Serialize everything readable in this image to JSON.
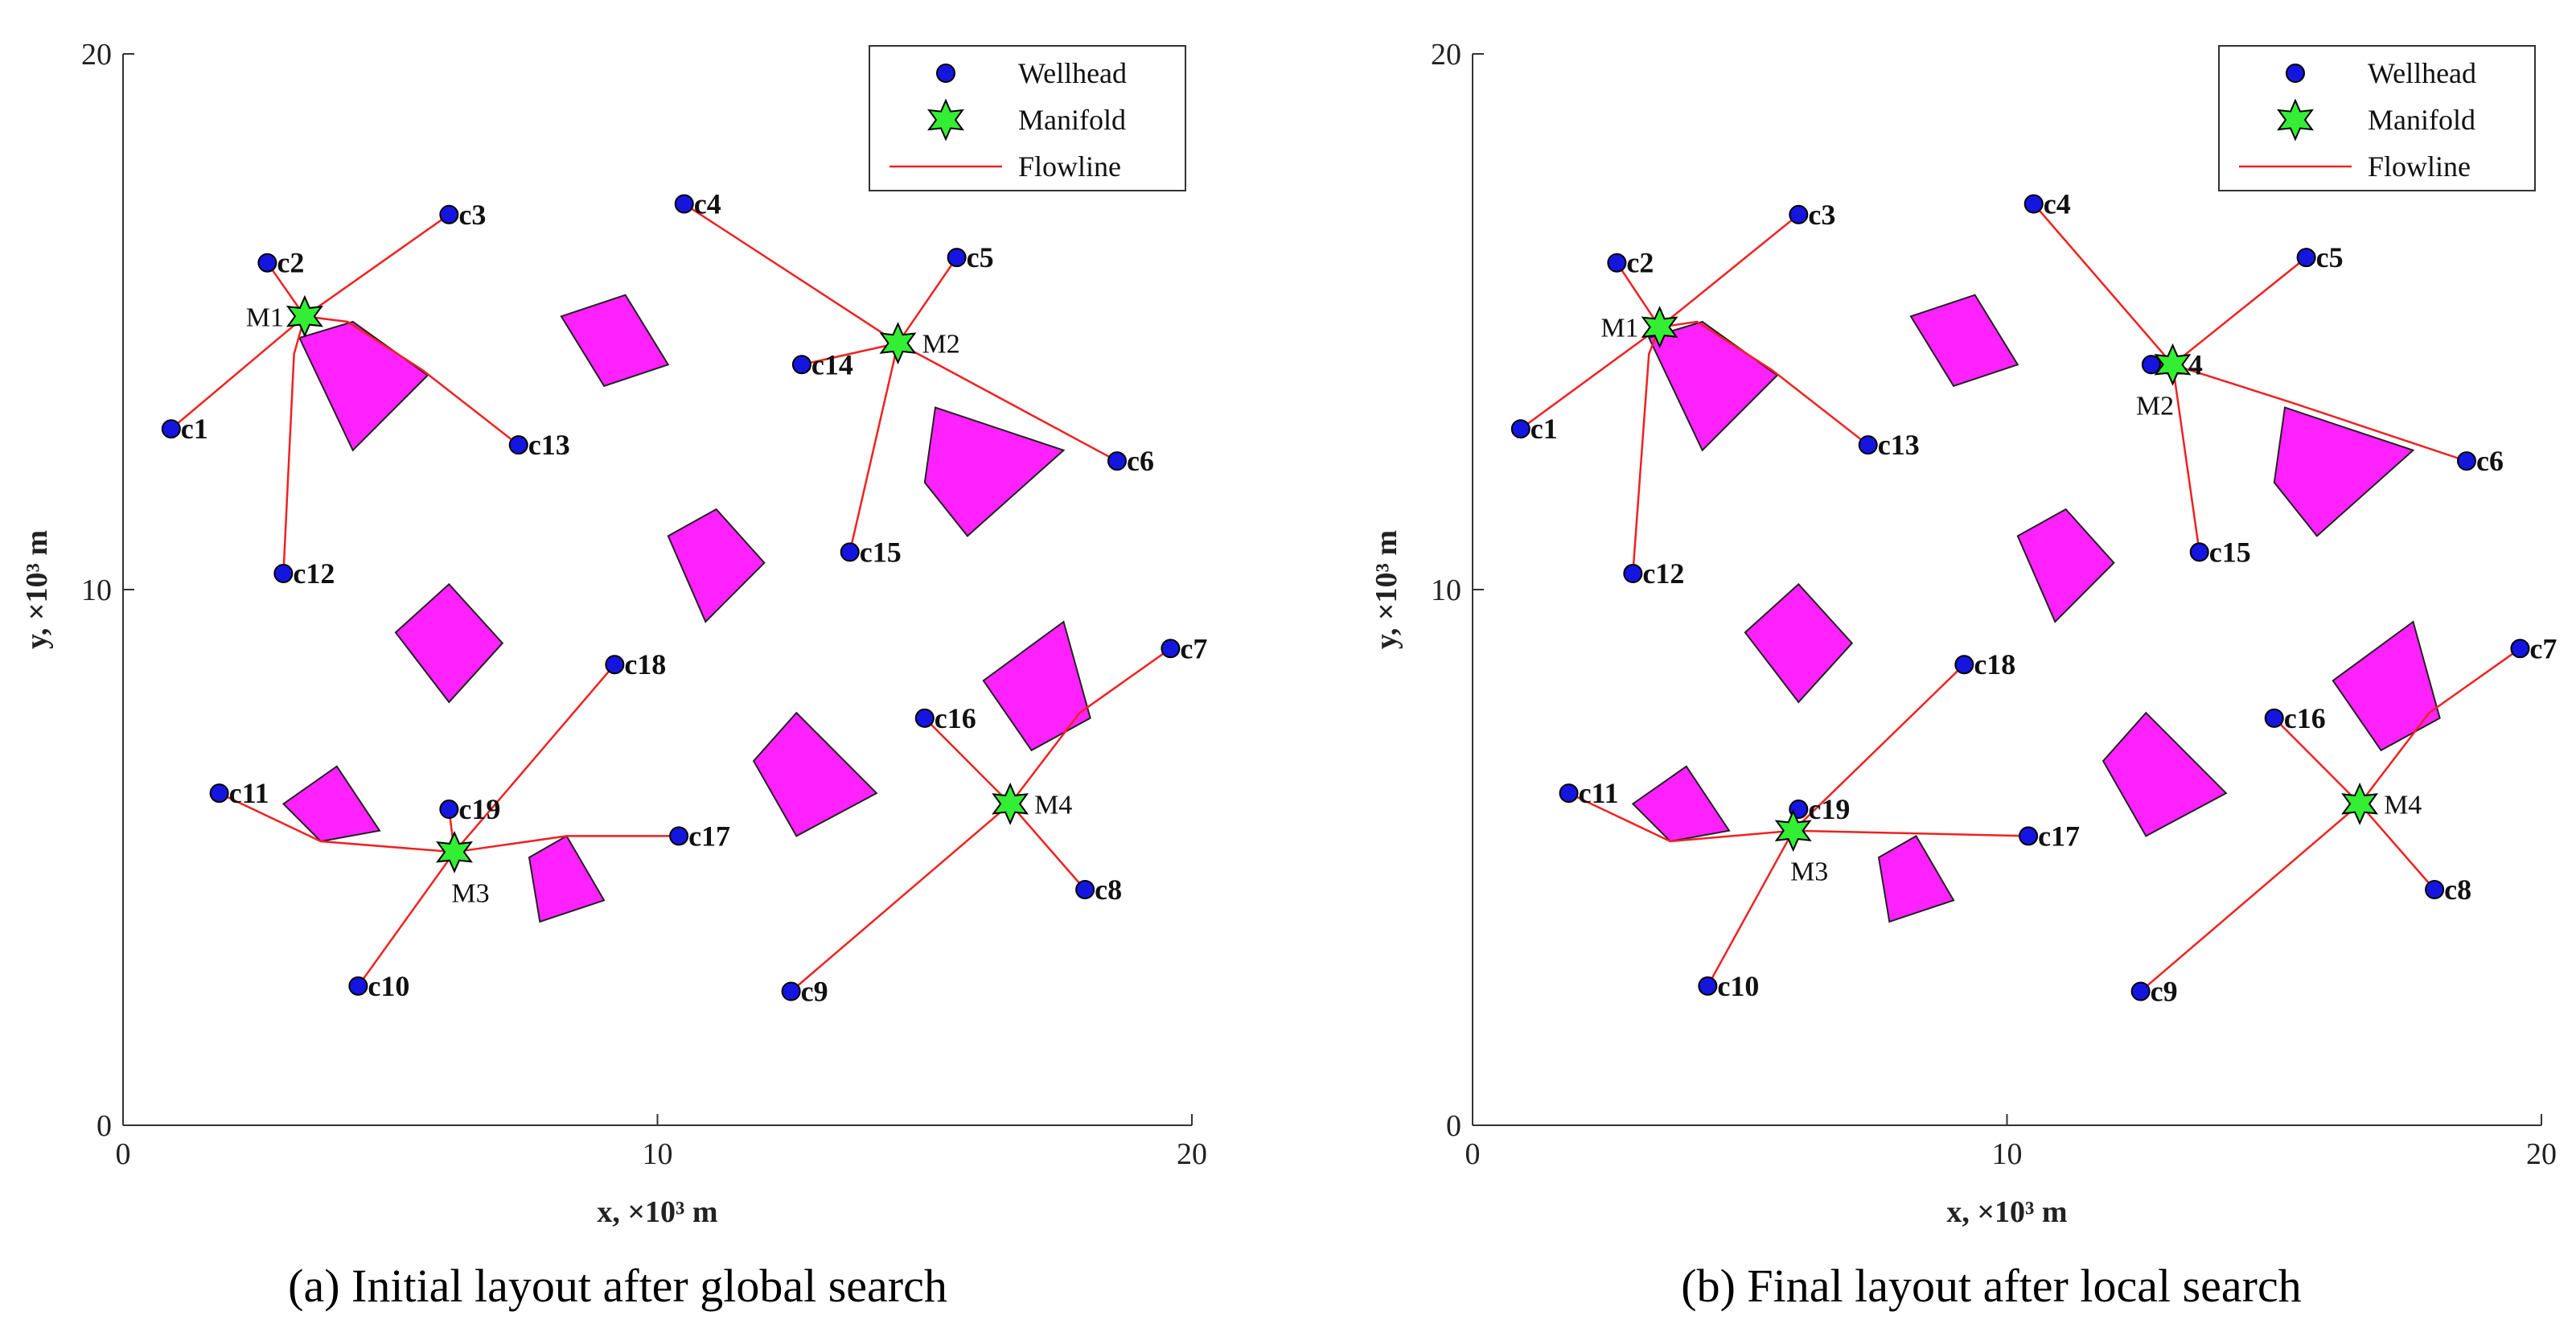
{
  "chart_data": [
    {
      "type": "scatter",
      "caption": "(a) Initial layout after global search",
      "xlabel": "x, ×10³ m",
      "ylabel": "y, ×10³ m",
      "xlim": [
        0,
        20
      ],
      "ylim": [
        0,
        20
      ],
      "xticks": [
        "0",
        "10",
        "20"
      ],
      "yticks": [
        "0",
        "10",
        "20"
      ],
      "grid": false,
      "legend": {
        "position": "top-right",
        "entries": [
          "Wellhead",
          "Manifold",
          "Flowline"
        ]
      },
      "colors": {
        "wellhead": "#1515e0",
        "manifold": "#33ee33",
        "flowline": "#ee2222",
        "obstacle": "#ff22ff"
      },
      "wellheads": [
        {
          "name": "c1",
          "x": 0.9,
          "y": 13.0
        },
        {
          "name": "c2",
          "x": 2.7,
          "y": 16.1
        },
        {
          "name": "c3",
          "x": 6.1,
          "y": 17.0
        },
        {
          "name": "c4",
          "x": 10.5,
          "y": 17.2
        },
        {
          "name": "c5",
          "x": 15.6,
          "y": 16.2
        },
        {
          "name": "c6",
          "x": 18.6,
          "y": 12.4
        },
        {
          "name": "c7",
          "x": 19.6,
          "y": 8.9
        },
        {
          "name": "c8",
          "x": 18.0,
          "y": 4.4
        },
        {
          "name": "c9",
          "x": 12.5,
          "y": 2.5
        },
        {
          "name": "c10",
          "x": 4.4,
          "y": 2.6
        },
        {
          "name": "c11",
          "x": 1.8,
          "y": 6.2
        },
        {
          "name": "c12",
          "x": 3.0,
          "y": 10.3
        },
        {
          "name": "c13",
          "x": 7.4,
          "y": 12.7
        },
        {
          "name": "c14",
          "x": 12.7,
          "y": 14.2
        },
        {
          "name": "c15",
          "x": 13.6,
          "y": 10.7
        },
        {
          "name": "c16",
          "x": 15.0,
          "y": 7.6
        },
        {
          "name": "c17",
          "x": 10.4,
          "y": 5.4
        },
        {
          "name": "c18",
          "x": 9.2,
          "y": 8.6
        },
        {
          "name": "c19",
          "x": 6.1,
          "y": 5.9
        }
      ],
      "manifolds": [
        {
          "name": "M1",
          "x": 3.4,
          "y": 15.1,
          "label_pos": "left"
        },
        {
          "name": "M2",
          "x": 14.5,
          "y": 14.6,
          "label_pos": "right"
        },
        {
          "name": "M3",
          "x": 6.2,
          "y": 5.1,
          "label_pos": "below"
        },
        {
          "name": "M4",
          "x": 16.6,
          "y": 6.0,
          "label_pos": "right"
        }
      ],
      "flowlines": [
        {
          "from": "M1",
          "points": [
            [
              3.4,
              15.1
            ],
            [
              0.9,
              13.0
            ]
          ]
        },
        {
          "from": "M1",
          "points": [
            [
              3.4,
              15.1
            ],
            [
              2.7,
              16.1
            ]
          ]
        },
        {
          "from": "M1",
          "points": [
            [
              3.4,
              15.1
            ],
            [
              6.1,
              17.0
            ]
          ]
        },
        {
          "from": "M1",
          "points": [
            [
              3.4,
              15.1
            ],
            [
              3.2,
              14.4
            ],
            [
              3.0,
              10.3
            ]
          ]
        },
        {
          "from": "M1",
          "points": [
            [
              3.4,
              15.1
            ],
            [
              4.2,
              15.0
            ],
            [
              5.6,
              14.1
            ],
            [
              7.4,
              12.7
            ]
          ]
        },
        {
          "from": "M2",
          "points": [
            [
              14.5,
              14.6
            ],
            [
              10.5,
              17.2
            ]
          ]
        },
        {
          "from": "M2",
          "points": [
            [
              14.5,
              14.6
            ],
            [
              15.6,
              16.2
            ]
          ]
        },
        {
          "from": "M2",
          "points": [
            [
              14.5,
              14.6
            ],
            [
              12.7,
              14.2
            ]
          ]
        },
        {
          "from": "M2",
          "points": [
            [
              14.5,
              14.6
            ],
            [
              13.6,
              10.7
            ]
          ]
        },
        {
          "from": "M2",
          "points": [
            [
              14.5,
              14.6
            ],
            [
              18.6,
              12.4
            ]
          ]
        },
        {
          "from": "M3",
          "points": [
            [
              6.2,
              5.1
            ],
            [
              3.7,
              5.3
            ],
            [
              1.8,
              6.2
            ]
          ]
        },
        {
          "from": "M3",
          "points": [
            [
              6.2,
              5.1
            ],
            [
              4.4,
              2.6
            ]
          ]
        },
        {
          "from": "M3",
          "points": [
            [
              6.2,
              5.1
            ],
            [
              6.1,
              5.9
            ]
          ]
        },
        {
          "from": "M3",
          "points": [
            [
              6.2,
              5.1
            ],
            [
              9.2,
              8.6
            ]
          ]
        },
        {
          "from": "M3",
          "points": [
            [
              6.2,
              5.1
            ],
            [
              8.3,
              5.4
            ],
            [
              10.4,
              5.4
            ]
          ]
        },
        {
          "from": "M4",
          "points": [
            [
              16.6,
              6.0
            ],
            [
              17.9,
              7.7
            ],
            [
              19.6,
              8.9
            ]
          ]
        },
        {
          "from": "M4",
          "points": [
            [
              16.6,
              6.0
            ],
            [
              15.0,
              7.6
            ]
          ]
        },
        {
          "from": "M4",
          "points": [
            [
              16.6,
              6.0
            ],
            [
              18.0,
              4.4
            ]
          ]
        },
        {
          "from": "M4",
          "points": [
            [
              16.6,
              6.0
            ],
            [
              12.5,
              2.5
            ]
          ]
        }
      ],
      "obstacles": [
        [
          [
            3.3,
            14.7
          ],
          [
            4.3,
            15.0
          ],
          [
            5.7,
            14.0
          ],
          [
            4.3,
            12.6
          ]
        ],
        [
          [
            8.2,
            15.1
          ],
          [
            9.4,
            15.5
          ],
          [
            10.2,
            14.2
          ],
          [
            9.0,
            13.8
          ]
        ],
        [
          [
            15.2,
            13.4
          ],
          [
            17.6,
            12.6
          ],
          [
            15.8,
            11.0
          ],
          [
            15.0,
            12.0
          ]
        ],
        [
          [
            10.2,
            11.0
          ],
          [
            11.1,
            11.5
          ],
          [
            12.0,
            10.5
          ],
          [
            10.9,
            9.4
          ]
        ],
        [
          [
            5.1,
            9.2
          ],
          [
            6.1,
            10.1
          ],
          [
            7.1,
            9.0
          ],
          [
            6.1,
            7.9
          ]
        ],
        [
          [
            16.1,
            8.3
          ],
          [
            17.6,
            9.4
          ],
          [
            18.1,
            7.6
          ],
          [
            17.0,
            7.0
          ]
        ],
        [
          [
            11.8,
            6.8
          ],
          [
            12.6,
            7.7
          ],
          [
            14.1,
            6.2
          ],
          [
            12.6,
            5.4
          ]
        ],
        [
          [
            3.0,
            6.0
          ],
          [
            4.0,
            6.7
          ],
          [
            4.8,
            5.5
          ],
          [
            3.7,
            5.3
          ]
        ],
        [
          [
            7.6,
            5.0
          ],
          [
            8.3,
            5.4
          ],
          [
            9.0,
            4.2
          ],
          [
            7.8,
            3.8
          ]
        ]
      ]
    },
    {
      "type": "scatter",
      "caption": "(b) Final layout after local search",
      "xlabel": "x, ×10³ m",
      "ylabel": "y, ×10³ m",
      "xlim": [
        0,
        20
      ],
      "ylim": [
        0,
        20
      ],
      "xticks": [
        "0",
        "10",
        "20"
      ],
      "yticks": [
        "0",
        "10",
        "20"
      ],
      "grid": false,
      "legend": {
        "position": "top-right",
        "entries": [
          "Wellhead",
          "Manifold",
          "Flowline"
        ]
      },
      "colors": {
        "wellhead": "#1515e0",
        "manifold": "#33ee33",
        "flowline": "#ee2222",
        "obstacle": "#ff22ff"
      },
      "wellheads": [
        {
          "name": "c1",
          "x": 0.9,
          "y": 13.0
        },
        {
          "name": "c2",
          "x": 2.7,
          "y": 16.1
        },
        {
          "name": "c3",
          "x": 6.1,
          "y": 17.0
        },
        {
          "name": "c4",
          "x": 10.5,
          "y": 17.2
        },
        {
          "name": "c5",
          "x": 15.6,
          "y": 16.2
        },
        {
          "name": "c6",
          "x": 18.6,
          "y": 12.4
        },
        {
          "name": "c7",
          "x": 19.6,
          "y": 8.9
        },
        {
          "name": "c8",
          "x": 18.0,
          "y": 4.4
        },
        {
          "name": "c9",
          "x": 12.5,
          "y": 2.5
        },
        {
          "name": "c10",
          "x": 4.4,
          "y": 2.6
        },
        {
          "name": "c11",
          "x": 1.8,
          "y": 6.2
        },
        {
          "name": "c12",
          "x": 3.0,
          "y": 10.3
        },
        {
          "name": "c13",
          "x": 7.4,
          "y": 12.7
        },
        {
          "name": "c14",
          "x": 12.7,
          "y": 14.2
        },
        {
          "name": "c15",
          "x": 13.6,
          "y": 10.7
        },
        {
          "name": "c16",
          "x": 15.0,
          "y": 7.6
        },
        {
          "name": "c17",
          "x": 10.4,
          "y": 5.4
        },
        {
          "name": "c18",
          "x": 9.2,
          "y": 8.6
        },
        {
          "name": "c19",
          "x": 6.1,
          "y": 5.9
        }
      ],
      "manifolds": [
        {
          "name": "M1",
          "x": 3.5,
          "y": 14.9,
          "label_pos": "left"
        },
        {
          "name": "M2",
          "x": 13.1,
          "y": 14.2,
          "label_pos": "below-left"
        },
        {
          "name": "M3",
          "x": 6.0,
          "y": 5.5,
          "label_pos": "below"
        },
        {
          "name": "M4",
          "x": 16.6,
          "y": 6.0,
          "label_pos": "right"
        }
      ],
      "flowlines": [
        {
          "from": "M1",
          "points": [
            [
              3.5,
              14.9
            ],
            [
              0.9,
              13.0
            ]
          ]
        },
        {
          "from": "M1",
          "points": [
            [
              3.5,
              14.9
            ],
            [
              2.7,
              16.1
            ]
          ]
        },
        {
          "from": "M1",
          "points": [
            [
              3.5,
              14.9
            ],
            [
              6.1,
              17.0
            ]
          ]
        },
        {
          "from": "M1",
          "points": [
            [
              3.5,
              14.9
            ],
            [
              3.3,
              14.4
            ],
            [
              3.0,
              10.3
            ]
          ]
        },
        {
          "from": "M1",
          "points": [
            [
              3.5,
              14.9
            ],
            [
              4.2,
              15.0
            ],
            [
              5.6,
              14.1
            ],
            [
              7.4,
              12.7
            ]
          ]
        },
        {
          "from": "M2",
          "points": [
            [
              13.1,
              14.2
            ],
            [
              10.5,
              17.2
            ]
          ]
        },
        {
          "from": "M2",
          "points": [
            [
              13.1,
              14.2
            ],
            [
              15.6,
              16.2
            ]
          ]
        },
        {
          "from": "M2",
          "points": [
            [
              13.1,
              14.2
            ],
            [
              12.7,
              14.2
            ]
          ]
        },
        {
          "from": "M2",
          "points": [
            [
              13.1,
              14.2
            ],
            [
              13.6,
              10.7
            ]
          ]
        },
        {
          "from": "M2",
          "points": [
            [
              13.1,
              14.2
            ],
            [
              15.3,
              13.5
            ],
            [
              18.6,
              12.4
            ]
          ]
        },
        {
          "from": "M3",
          "points": [
            [
              6.0,
              5.5
            ],
            [
              3.7,
              5.3
            ],
            [
              1.8,
              6.2
            ]
          ]
        },
        {
          "from": "M3",
          "points": [
            [
              6.0,
              5.5
            ],
            [
              4.4,
              2.6
            ]
          ]
        },
        {
          "from": "M3",
          "points": [
            [
              6.0,
              5.5
            ],
            [
              6.1,
              5.9
            ]
          ]
        },
        {
          "from": "M3",
          "points": [
            [
              6.0,
              5.5
            ],
            [
              9.2,
              8.6
            ]
          ]
        },
        {
          "from": "M3",
          "points": [
            [
              6.0,
              5.5
            ],
            [
              10.4,
              5.4
            ]
          ]
        },
        {
          "from": "M4",
          "points": [
            [
              16.6,
              6.0
            ],
            [
              17.9,
              7.7
            ],
            [
              19.6,
              8.9
            ]
          ]
        },
        {
          "from": "M4",
          "points": [
            [
              16.6,
              6.0
            ],
            [
              15.0,
              7.6
            ]
          ]
        },
        {
          "from": "M4",
          "points": [
            [
              16.6,
              6.0
            ],
            [
              18.0,
              4.4
            ]
          ]
        },
        {
          "from": "M4",
          "points": [
            [
              16.6,
              6.0
            ],
            [
              12.5,
              2.5
            ]
          ]
        }
      ],
      "obstacles": [
        [
          [
            3.3,
            14.7
          ],
          [
            4.3,
            15.0
          ],
          [
            5.7,
            14.0
          ],
          [
            4.3,
            12.6
          ]
        ],
        [
          [
            8.2,
            15.1
          ],
          [
            9.4,
            15.5
          ],
          [
            10.2,
            14.2
          ],
          [
            9.0,
            13.8
          ]
        ],
        [
          [
            15.2,
            13.4
          ],
          [
            17.6,
            12.6
          ],
          [
            15.8,
            11.0
          ],
          [
            15.0,
            12.0
          ]
        ],
        [
          [
            10.2,
            11.0
          ],
          [
            11.1,
            11.5
          ],
          [
            12.0,
            10.5
          ],
          [
            10.9,
            9.4
          ]
        ],
        [
          [
            5.1,
            9.2
          ],
          [
            6.1,
            10.1
          ],
          [
            7.1,
            9.0
          ],
          [
            6.1,
            7.9
          ]
        ],
        [
          [
            16.1,
            8.3
          ],
          [
            17.6,
            9.4
          ],
          [
            18.1,
            7.6
          ],
          [
            17.0,
            7.0
          ]
        ],
        [
          [
            11.8,
            6.8
          ],
          [
            12.6,
            7.7
          ],
          [
            14.1,
            6.2
          ],
          [
            12.6,
            5.4
          ]
        ],
        [
          [
            3.0,
            6.0
          ],
          [
            4.0,
            6.7
          ],
          [
            4.8,
            5.5
          ],
          [
            3.7,
            5.3
          ]
        ],
        [
          [
            7.6,
            5.0
          ],
          [
            8.3,
            5.4
          ],
          [
            9.0,
            4.2
          ],
          [
            7.8,
            3.8
          ]
        ]
      ]
    }
  ]
}
